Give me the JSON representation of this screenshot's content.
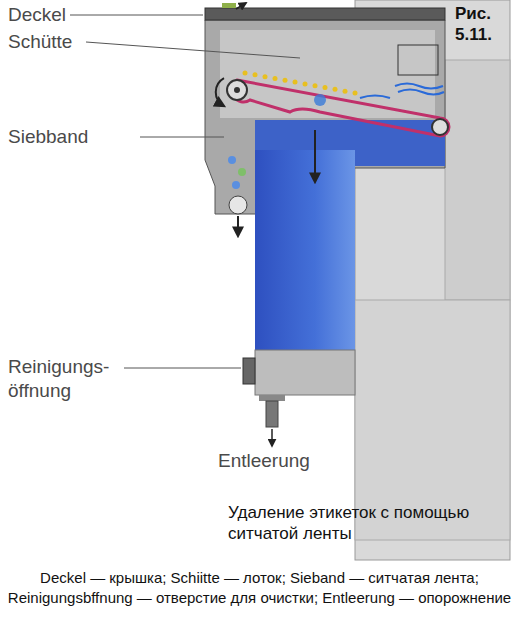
{
  "diagram": {
    "caption": "Удаление этикеток с помощью ситчатой ленты",
    "labels": [
      "Deckel",
      "Schütte",
      "Siebband",
      "Reinigungs- öffnung",
      "Entleerung",
      "Рис. 5.11.",
      "Deckel — крышка; Schiitte — лоток; Sieband — ситчатая лента; Reinigungsbffnung — отверстие для очистки; Entleerung — опорожнение"
    ]
  }
}
